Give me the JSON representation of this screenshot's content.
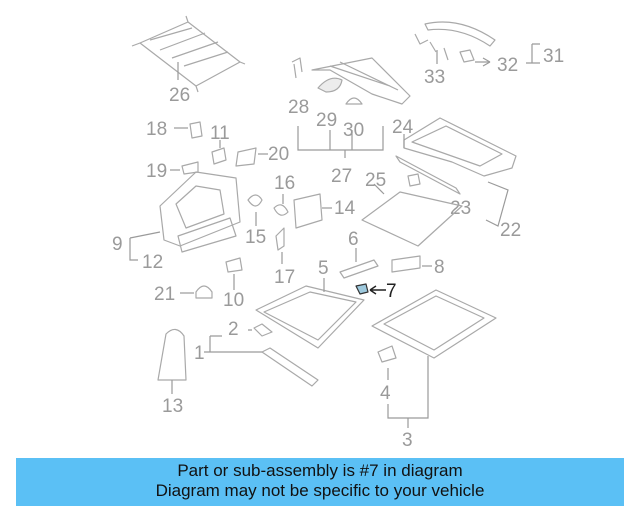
{
  "diagram": {
    "highlighted_part": "7",
    "colors": {
      "line": "#a9a9a9",
      "label": "#9a9a9a",
      "highlight": "#222222",
      "caption_bg": "#5bc0f5"
    },
    "callouts": {
      "c1": "1",
      "c2": "2",
      "c3": "3",
      "c4": "4",
      "c5": "5",
      "c6": "6",
      "c7": "7",
      "c8": "8",
      "c9": "9",
      "c10": "10",
      "c11": "11",
      "c12": "12",
      "c13": "13",
      "c14": "14",
      "c15": "15",
      "c16": "16",
      "c17": "17",
      "c18": "18",
      "c19": "19",
      "c20": "20",
      "c21": "21",
      "c22": "22",
      "c23": "23",
      "c24": "24",
      "c25": "25",
      "c26": "26",
      "c27": "27",
      "c28": "28",
      "c29": "29",
      "c30": "30",
      "c31": "31",
      "c32": "32",
      "c33": "33"
    }
  },
  "caption": {
    "line1": "Part or sub-assembly is #7 in diagram",
    "line2": "Diagram may not be specific to your vehicle"
  }
}
